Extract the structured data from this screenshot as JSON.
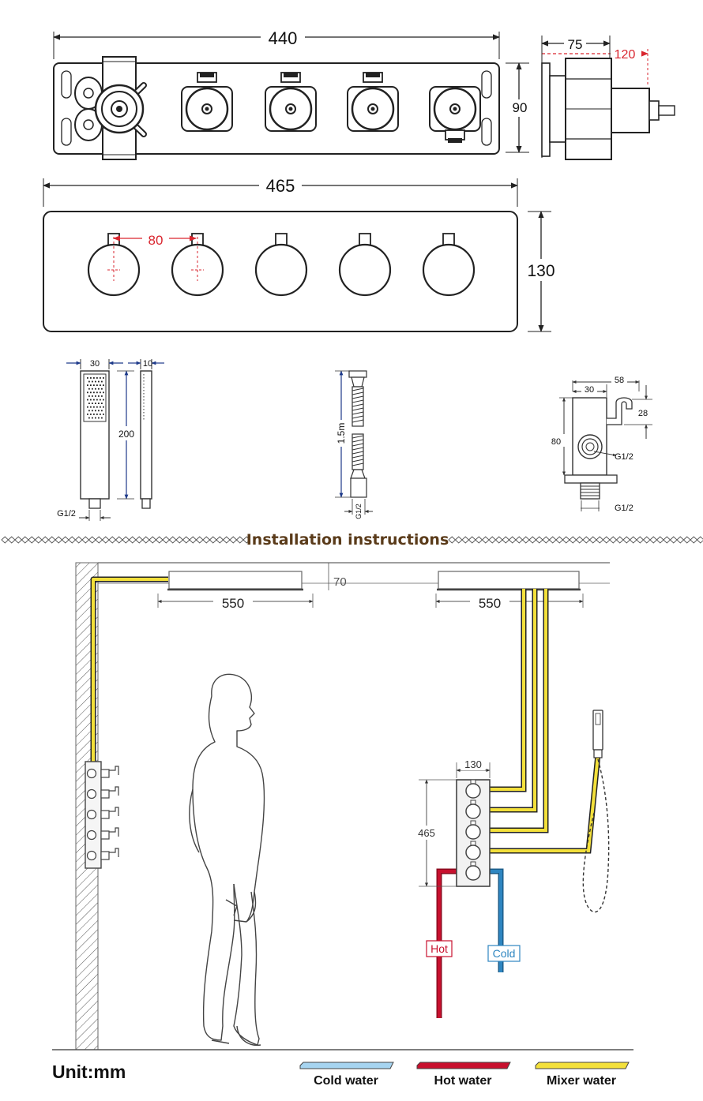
{
  "dimensions": {
    "body_width": "440",
    "body_depth": "75",
    "body_depth_max": "120",
    "body_height": "90",
    "panel_width": "465",
    "panel_height": "130",
    "handle_spacing": "80",
    "handshower_width": "30",
    "handshower_depth": "10",
    "handshower_length": "200",
    "handshower_thread": "G1/2",
    "hose_length": "1.5m",
    "hose_thread": "G1/2",
    "holder_width": "58",
    "holder_inner": "30",
    "holder_clip": "28",
    "holder_height": "80",
    "holder_thread_side": "G1/2",
    "holder_thread_bottom": "G1/2"
  },
  "section_title": "Installation instructions",
  "install": {
    "rain_width_left": "550",
    "rain_width_right": "550",
    "rain_thickness": "70",
    "valve_width": "130",
    "valve_height": "465",
    "hot_label": "Hot",
    "cold_label": "Cold"
  },
  "footer": {
    "unit_label": "Unit:mm"
  },
  "legend": [
    {
      "label": "Cold water",
      "color": "#a6d4f0"
    },
    {
      "label": "Hot water",
      "color": "#c8102e"
    },
    {
      "label": "Mixer water",
      "color": "#f3e03b"
    }
  ],
  "colors": {
    "mixer": "#f3e03b",
    "hot": "#c8102e",
    "cold": "#2e86c1",
    "dim_red": "#d9262f",
    "line": "#222222"
  }
}
